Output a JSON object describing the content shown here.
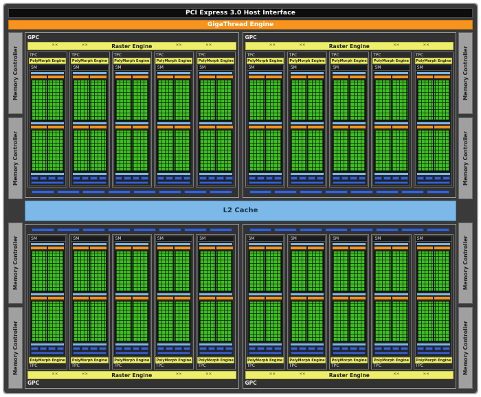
{
  "bars": {
    "pci_express": "PCI Express 3.0 Host Interface",
    "gigathread": "GigaThread Engine",
    "l2_cache": "L2 Cache"
  },
  "labels": {
    "gpc": "GPC",
    "raster_engine": "Raster Engine",
    "tpc": "TPC",
    "polymorph_engine": "PolyMorph Engine",
    "sm": "SM",
    "memory_controller": "Memory Controller"
  },
  "icons": {
    "raster-crossbar-icon": "✕✕"
  },
  "structure": {
    "gpc_count": 4,
    "tpcs_per_gpc": 5,
    "memory_controllers_per_side": 4,
    "l2_slice_segments_per_gpc": 8,
    "core_sections_per_sm": 2,
    "blue_segments_per_sm_tex_row": 4
  },
  "colors": {
    "orange": "#F7941E",
    "yellow": "#EDEF6C",
    "core_green": "#3DBE21",
    "light_blue": "#7CB9E8",
    "blue": "#3A62C8",
    "memory_gray": "#A0A0A0",
    "chip_background": "#3A3A3A"
  }
}
